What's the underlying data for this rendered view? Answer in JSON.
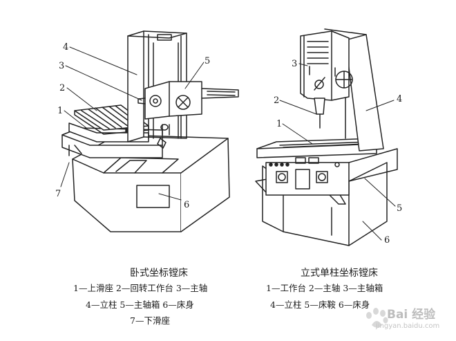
{
  "callouts": {
    "left": [
      "1",
      "2",
      "3",
      "4",
      "5",
      "6",
      "7"
    ],
    "right": [
      "1",
      "2",
      "3",
      "4",
      "5",
      "6"
    ]
  },
  "left_caption": {
    "title": "卧式坐标镗床",
    "line1": "1—上滑座  2—回转工作台  3—主轴",
    "line2": "4—立柱  5—主轴箱  6—床身",
    "line3": "7—下滑座"
  },
  "right_caption": {
    "title": "立式单柱坐标镗床",
    "line1": "1—工作台  2—主轴  3—主轴箱",
    "line2": "4—立柱  5—床鞍  6—床身"
  },
  "watermark": {
    "text": "Bai 经验",
    "url": "jingyan.baidu.com",
    "icon": "baidu-paw-icon"
  }
}
